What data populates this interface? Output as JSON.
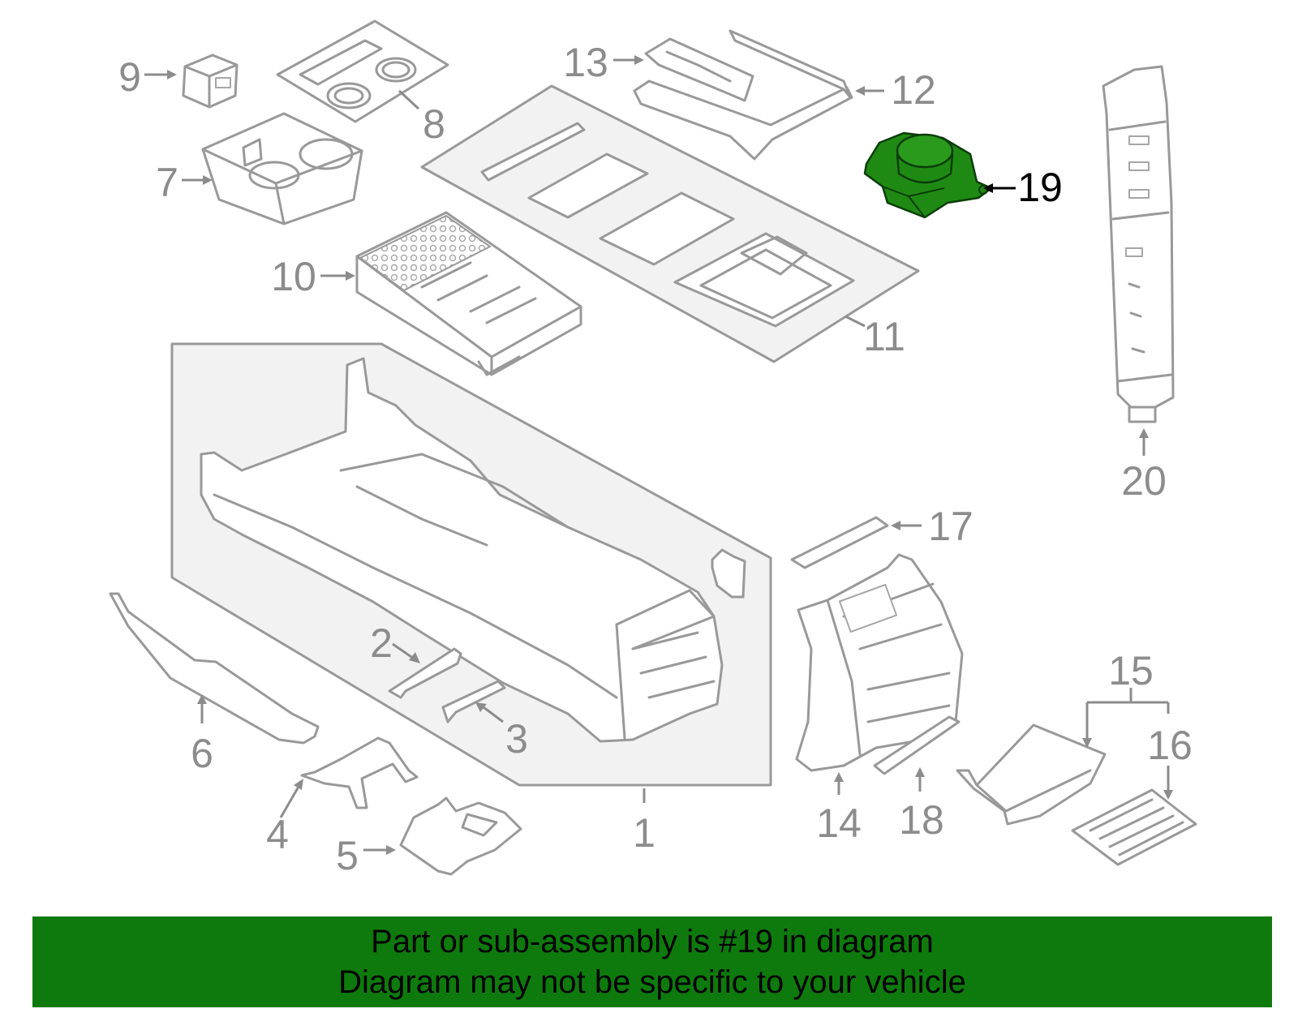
{
  "diagram": {
    "callouts": [
      {
        "number": "1"
      },
      {
        "number": "2"
      },
      {
        "number": "3"
      },
      {
        "number": "4"
      },
      {
        "number": "5"
      },
      {
        "number": "6"
      },
      {
        "number": "7"
      },
      {
        "number": "8"
      },
      {
        "number": "9"
      },
      {
        "number": "10"
      },
      {
        "number": "11"
      },
      {
        "number": "12"
      },
      {
        "number": "13"
      },
      {
        "number": "14"
      },
      {
        "number": "15"
      },
      {
        "number": "16"
      },
      {
        "number": "17"
      },
      {
        "number": "18"
      },
      {
        "number": "19"
      },
      {
        "number": "20"
      }
    ],
    "highlighted_part": "19",
    "colors": {
      "highlight_fill": "#1f8a13",
      "line_gray": "#999999",
      "label_gray": "#8c8c8c",
      "banner_bg": "#0e7a0d"
    }
  },
  "banner": {
    "line1": "Part or sub-assembly is #19 in diagram",
    "line2": "Diagram may not be specific to your vehicle"
  }
}
